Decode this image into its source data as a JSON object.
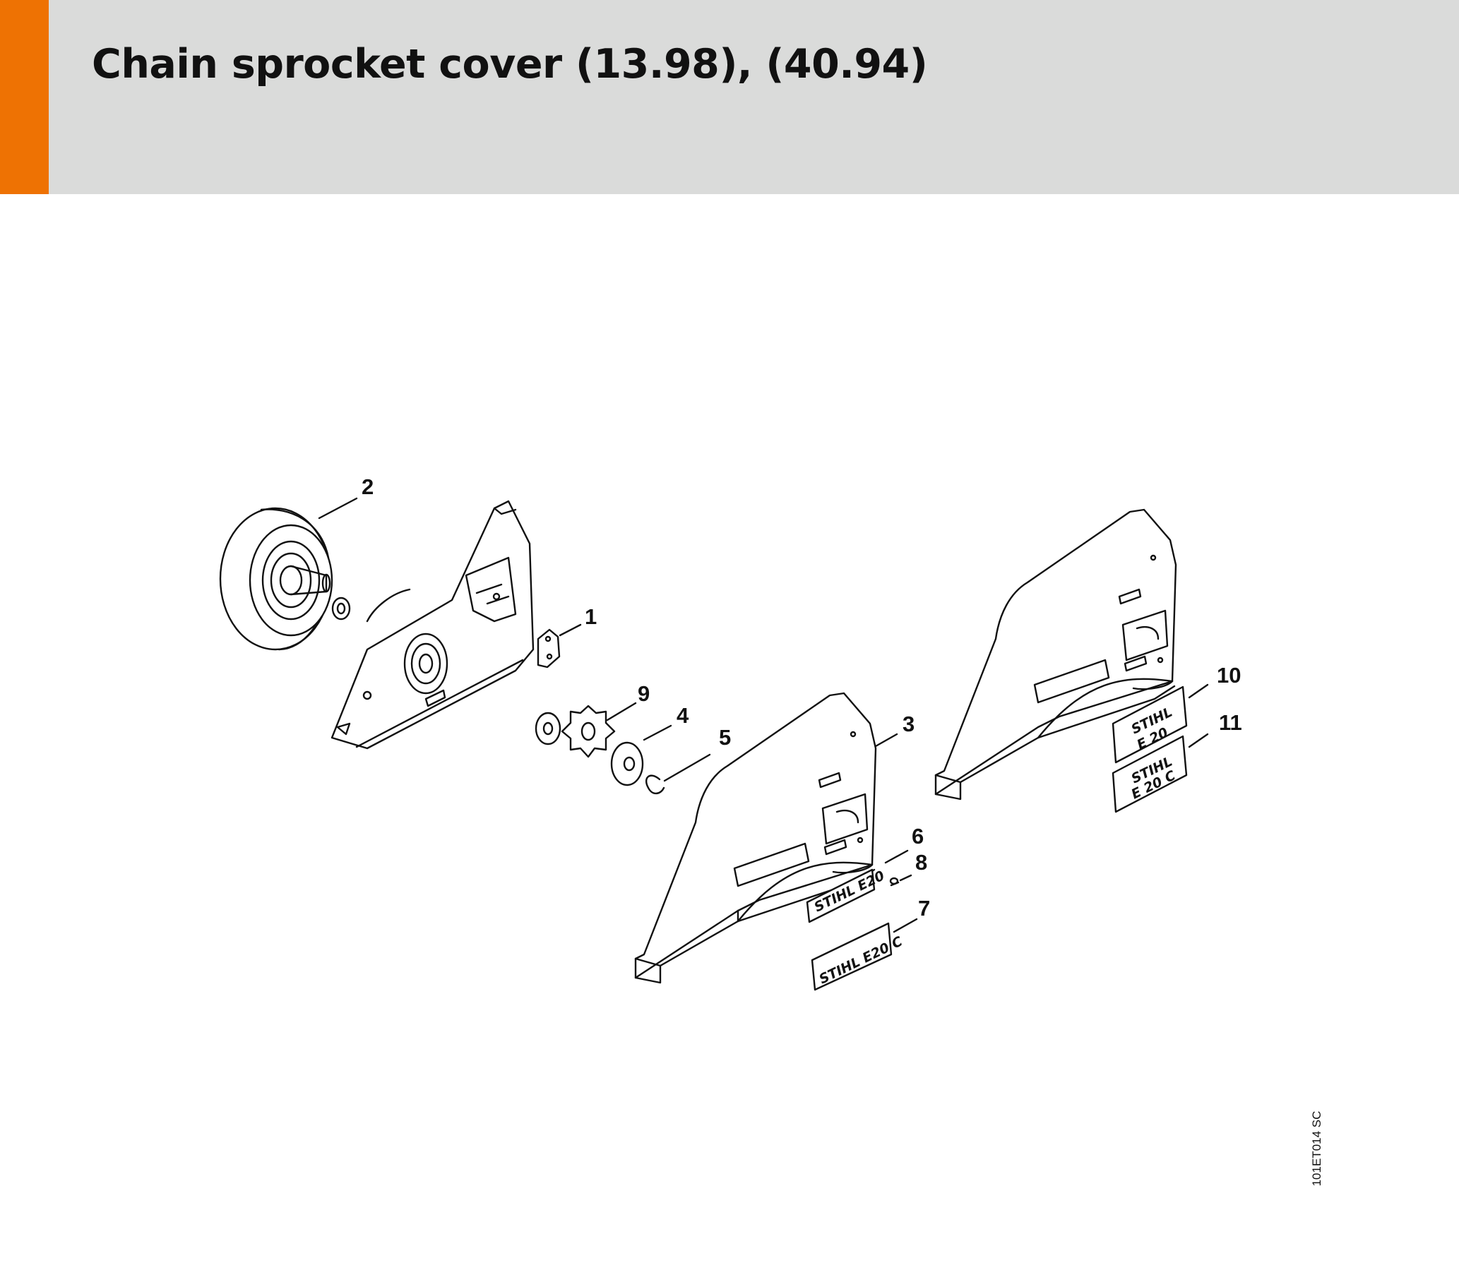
{
  "header": {
    "title": "Chain sprocket cover (13.98), (40.94)",
    "accent_color": "#ee7203",
    "background_color": "#dadbda"
  },
  "callouts": [
    "1",
    "2",
    "3",
    "4",
    "5",
    "6",
    "7",
    "8",
    "9",
    "10",
    "11"
  ],
  "labels": {
    "plate_6": "STIHL E20",
    "plate_7": "STIHL E20 C",
    "plate_10": [
      "STIHL",
      "E 20"
    ],
    "plate_11": [
      "STIHL",
      "E 20 C"
    ]
  },
  "doc_ref": "101ET014 SC"
}
